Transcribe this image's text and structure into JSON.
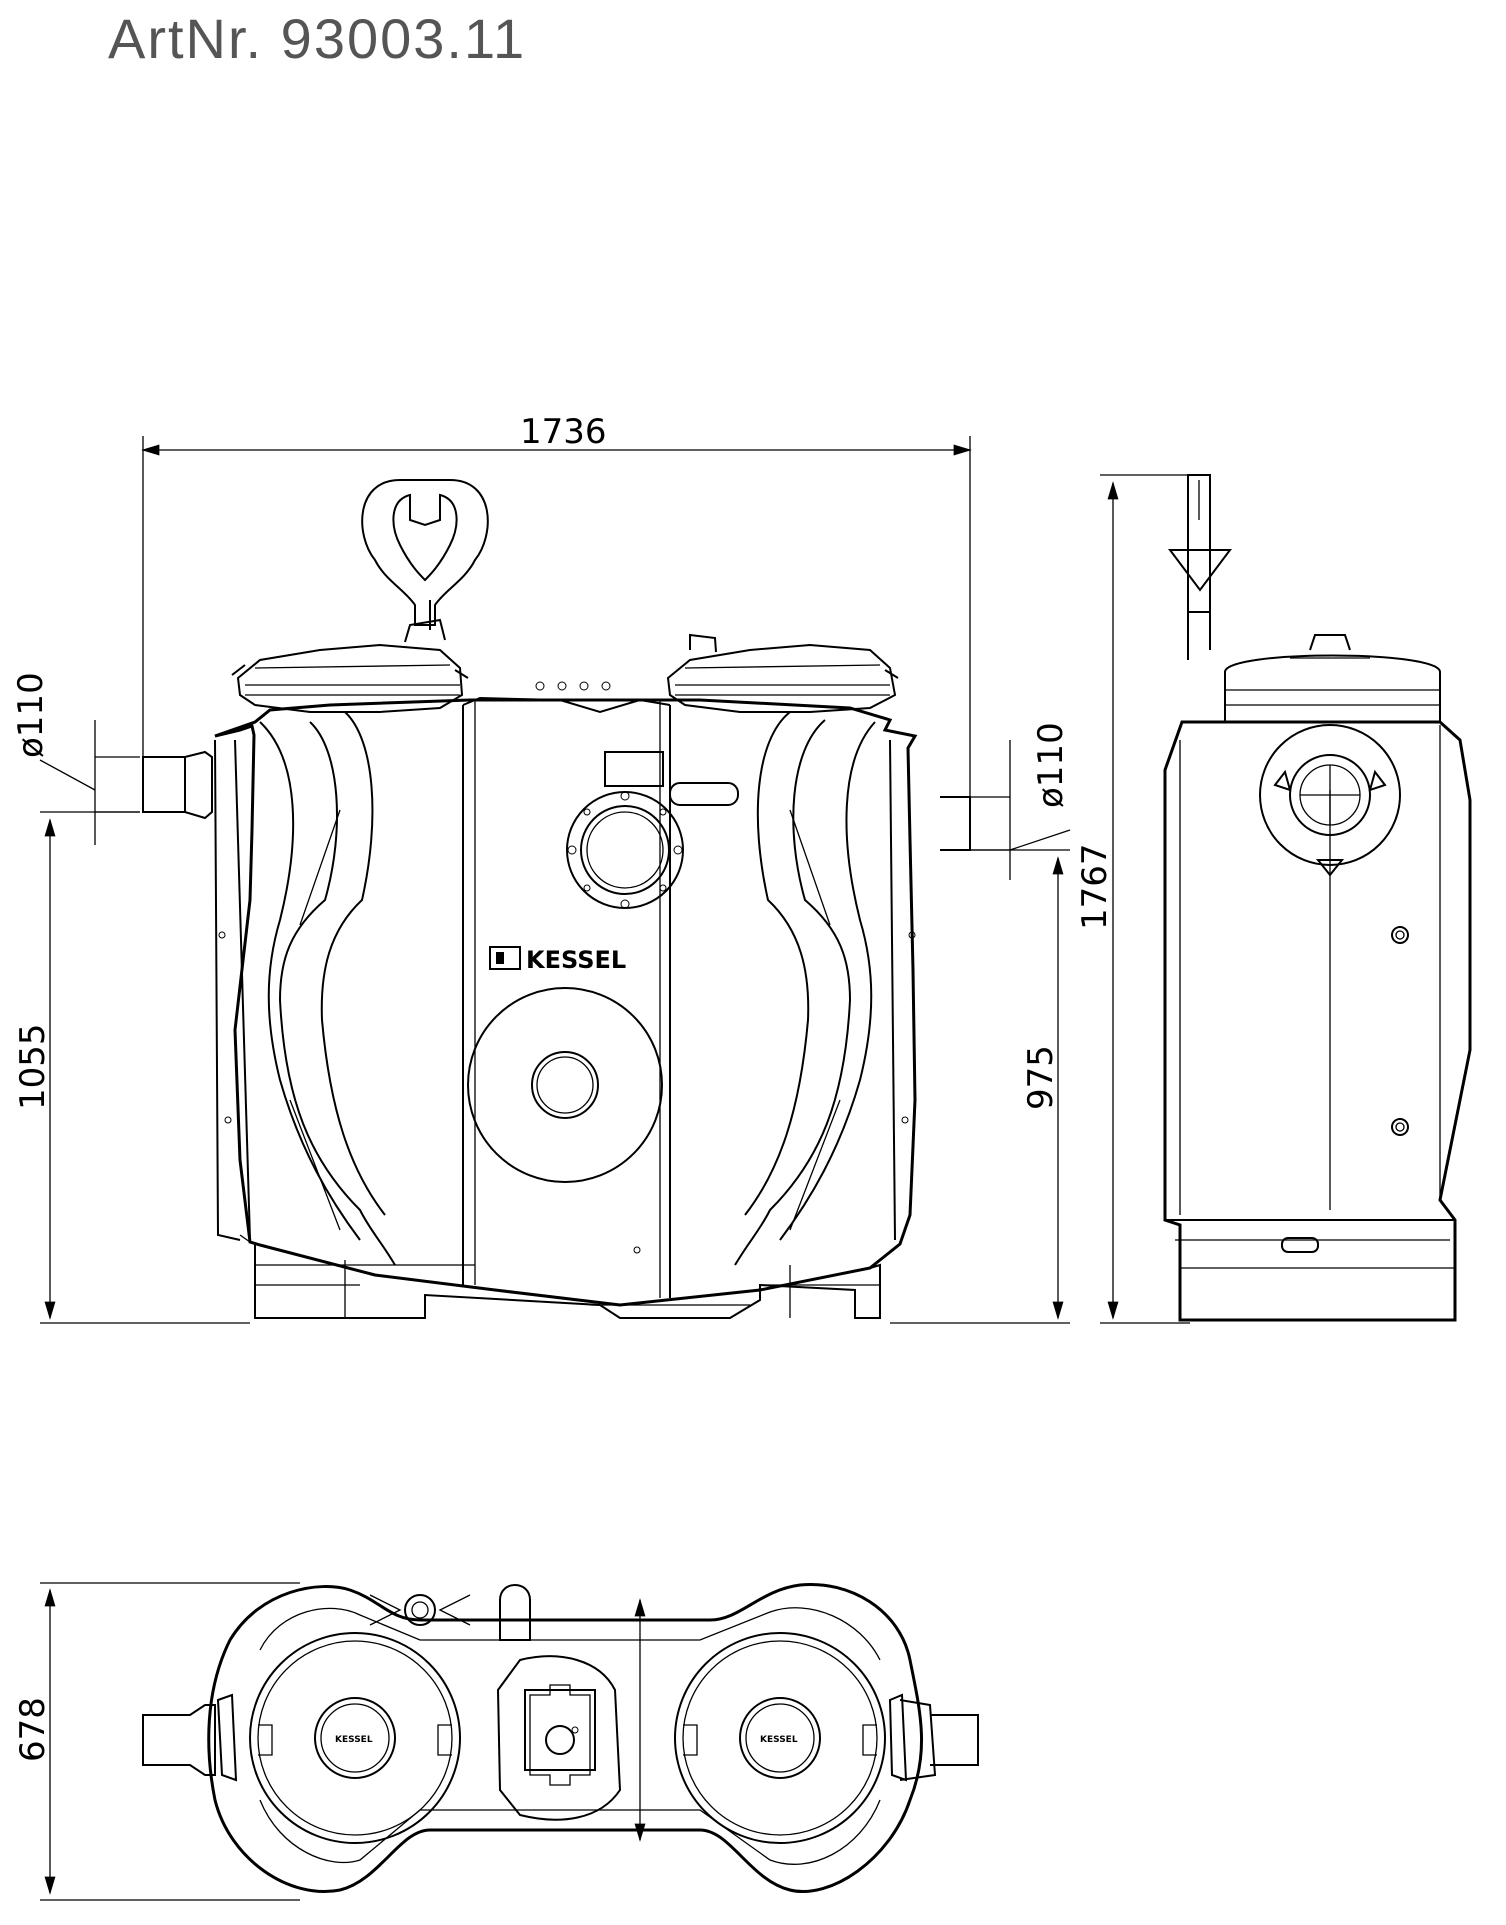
{
  "title": "ArtNr.  93003.11",
  "brand": "KESSEL",
  "lid_brand_left": "KESSEL",
  "lid_brand_right": "KESSEL",
  "dimensions": {
    "width": "1736",
    "height_total": "1767",
    "inlet_height": "1055",
    "outlet_height": "975",
    "depth": "678",
    "inlet_diameter": "ø110",
    "outlet_diameter": "ø110"
  }
}
